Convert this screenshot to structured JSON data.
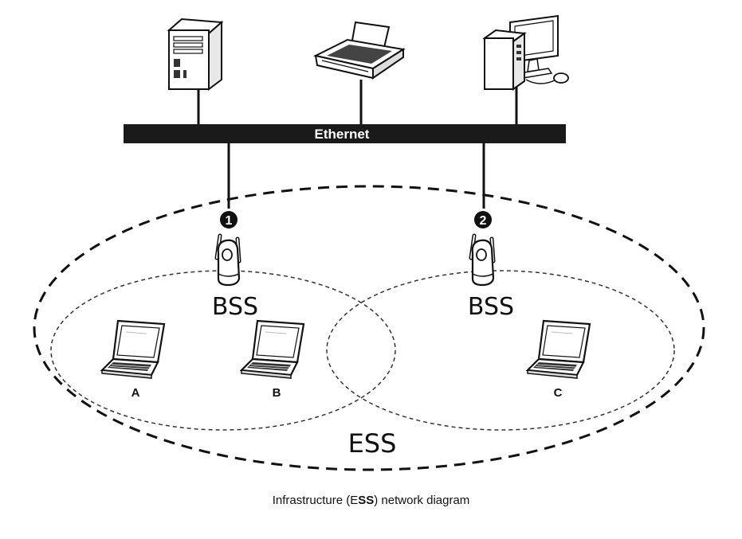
{
  "network": {
    "backbone_label": "Ethernet",
    "devices": [
      "server-icon",
      "printer-icon",
      "desktop-computer-icon"
    ],
    "access_points": [
      {
        "badge": "1",
        "cell_label": "BSS"
      },
      {
        "badge": "2",
        "cell_label": "BSS"
      }
    ],
    "clients": [
      "A",
      "B",
      "C"
    ],
    "extended_label": "ESS"
  },
  "caption": {
    "before": "Infrastructure (E",
    "bold": "SS",
    "after": ") network diagram"
  }
}
